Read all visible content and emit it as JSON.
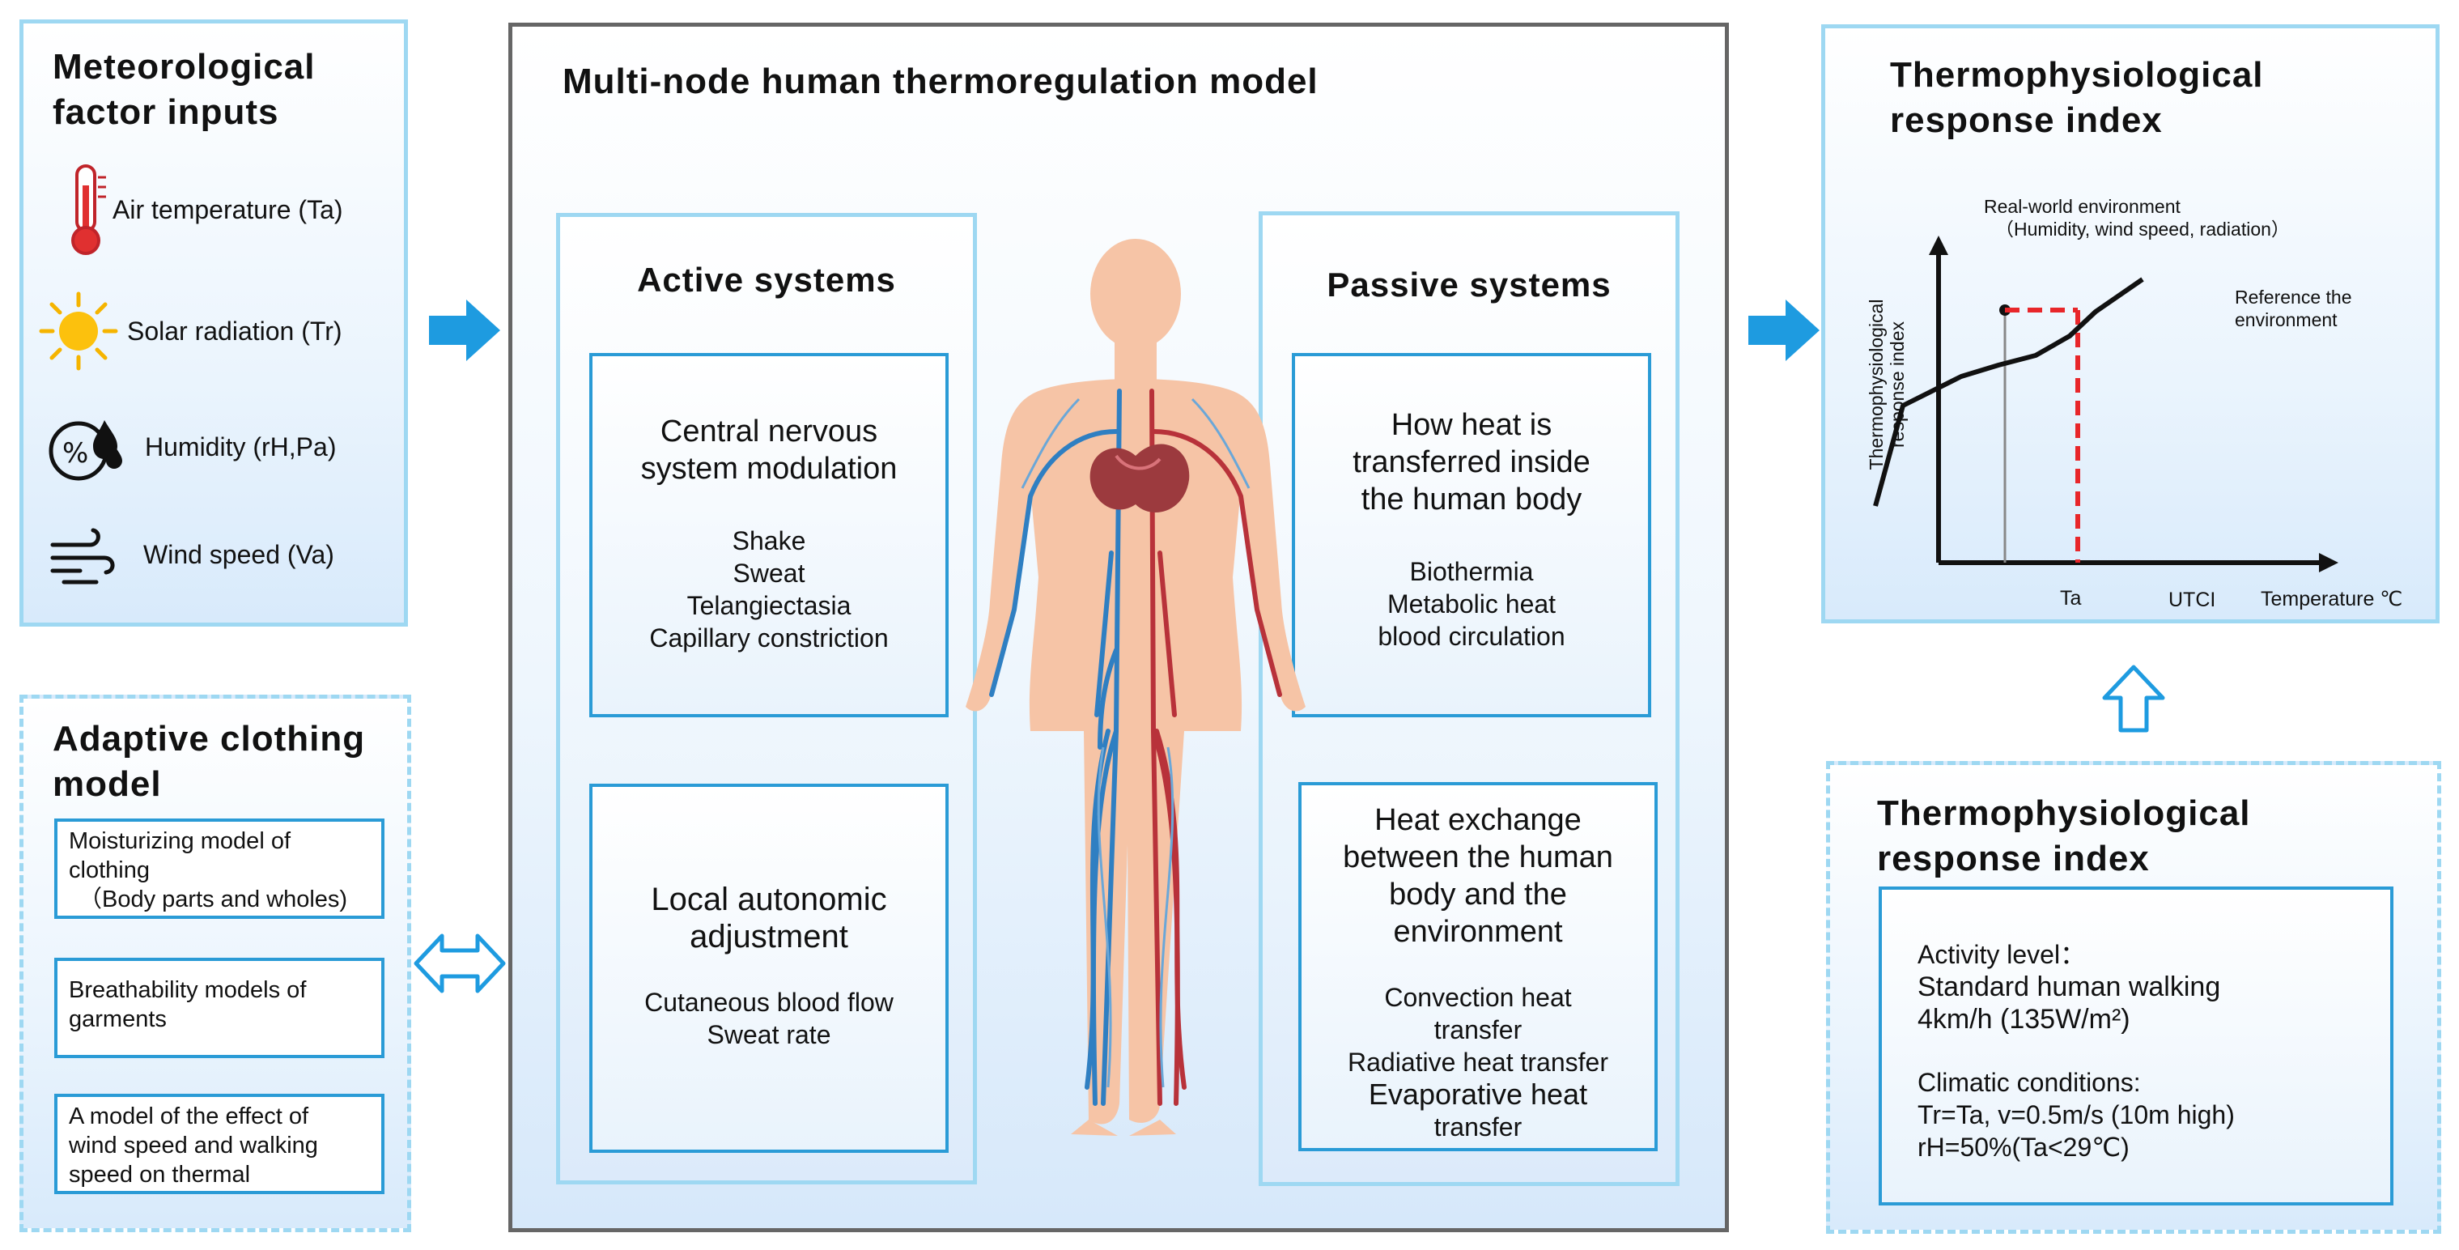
{
  "meteo": {
    "title_line1": "Meteorological",
    "title_line2": "factor inputs",
    "items": [
      {
        "label": "Air temperature (Ta)",
        "icon": "thermometer-icon"
      },
      {
        "label": "Solar radiation (Tr)",
        "icon": "sun-icon"
      },
      {
        "label": "Humidity (rH,Pa)",
        "icon": "humidity-icon"
      },
      {
        "label": "Wind speed (Va)",
        "icon": "wind-icon"
      }
    ]
  },
  "clothing": {
    "title_line1": "Adaptive clothing",
    "title_line2": "model",
    "box1_line1": "Moisturizing model of",
    "box1_line2": "clothing",
    "box1_line3": "（Body parts and wholes)",
    "box2_line1": "Breathability models of",
    "box2_line2": "garments",
    "box3_line1": "A model of the effect of",
    "box3_line2": "wind speed and walking",
    "box3_line3": "speed on thermal"
  },
  "main": {
    "title": "Multi-node human thermoregulation model",
    "active": {
      "title": "Active systems",
      "box1_title_line1": "Central nervous",
      "box1_title_line2": "system modulation",
      "box1_items": [
        "Shake",
        "Sweat",
        "Telangiectasia",
        "Capillary constriction"
      ],
      "box2_title_line1": "Local autonomic",
      "box2_title_line2": "adjustment",
      "box2_items": [
        "Cutaneous blood flow",
        "Sweat rate"
      ]
    },
    "passive": {
      "title": "Passive systems",
      "box1_title_line1": "How heat is",
      "box1_title_line2": "transferred inside",
      "box1_title_line3": "the human body",
      "box1_items": [
        "Biothermia",
        "Metabolic heat",
        "blood circulation"
      ],
      "box2_title_line1": "Heat exchange",
      "box2_title_line2": "between the human",
      "box2_title_line3": "body and the",
      "box2_title_line4": "environment",
      "box2_item1_line1": "Convection heat",
      "box2_item1_line2": "transfer",
      "box2_item2": "Radiative heat transfer",
      "box2_item3_line1": "Evaporative heat",
      "box2_item3_line2": "transfer"
    }
  },
  "response": {
    "title_line1": "Thermophysiological",
    "title_line2": "response index",
    "graph": {
      "top_label_line1": "Real-world environment",
      "top_label_line2": "（Humidity, wind speed, radiation）",
      "ref_label_line1": "Reference the",
      "ref_label_line2": "environment",
      "ylabel_line1": "Thermophysiological",
      "ylabel_line2": "response index",
      "xtick_ta": "Ta",
      "xtick_utci": "UTCI",
      "xlabel": "Temperature ℃",
      "line_color": "#111111",
      "ref_color": "#e8262a"
    }
  },
  "conditions": {
    "title_line1": "Thermophysiological",
    "title_line2": "response index",
    "activity_label": "Activity level：",
    "activity_line1": "Standard human walking",
    "activity_line2": "4km/h (135W/m²)",
    "climate_label": "Climatic conditions:",
    "climate_line1": "Tr=Ta, v=0.5m/s (10m high)",
    "climate_line2": "rH=50%(Ta<29℃)"
  },
  "colors": {
    "panel_border": "#9ed8f2",
    "box_border": "#2a9bd6",
    "arrow_blue": "#1e9be0",
    "main_border": "#666666"
  }
}
